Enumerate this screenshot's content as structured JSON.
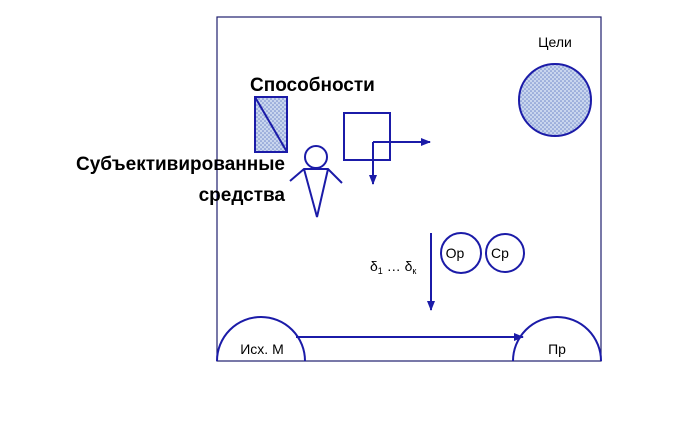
{
  "diagram": {
    "labels": {
      "goals": "Цели",
      "abilities": "Способности",
      "subjectified_line1": "Субъективированные",
      "subjectified_line2": "средства",
      "op": "Ор",
      "sr": "Ср",
      "delta_symbol": "δ",
      "delta_sub_start": "1",
      "delta_ellipsis": " … ",
      "delta_sub_end": "к",
      "initial_material": "Исх. М",
      "product": "Пр"
    },
    "colors": {
      "stroke": "#1b1ba8",
      "frame": "#1f1f6e",
      "text": "#000000",
      "fill_light": "#c9d6ee",
      "fill_dot": "#6f86c9"
    }
  }
}
